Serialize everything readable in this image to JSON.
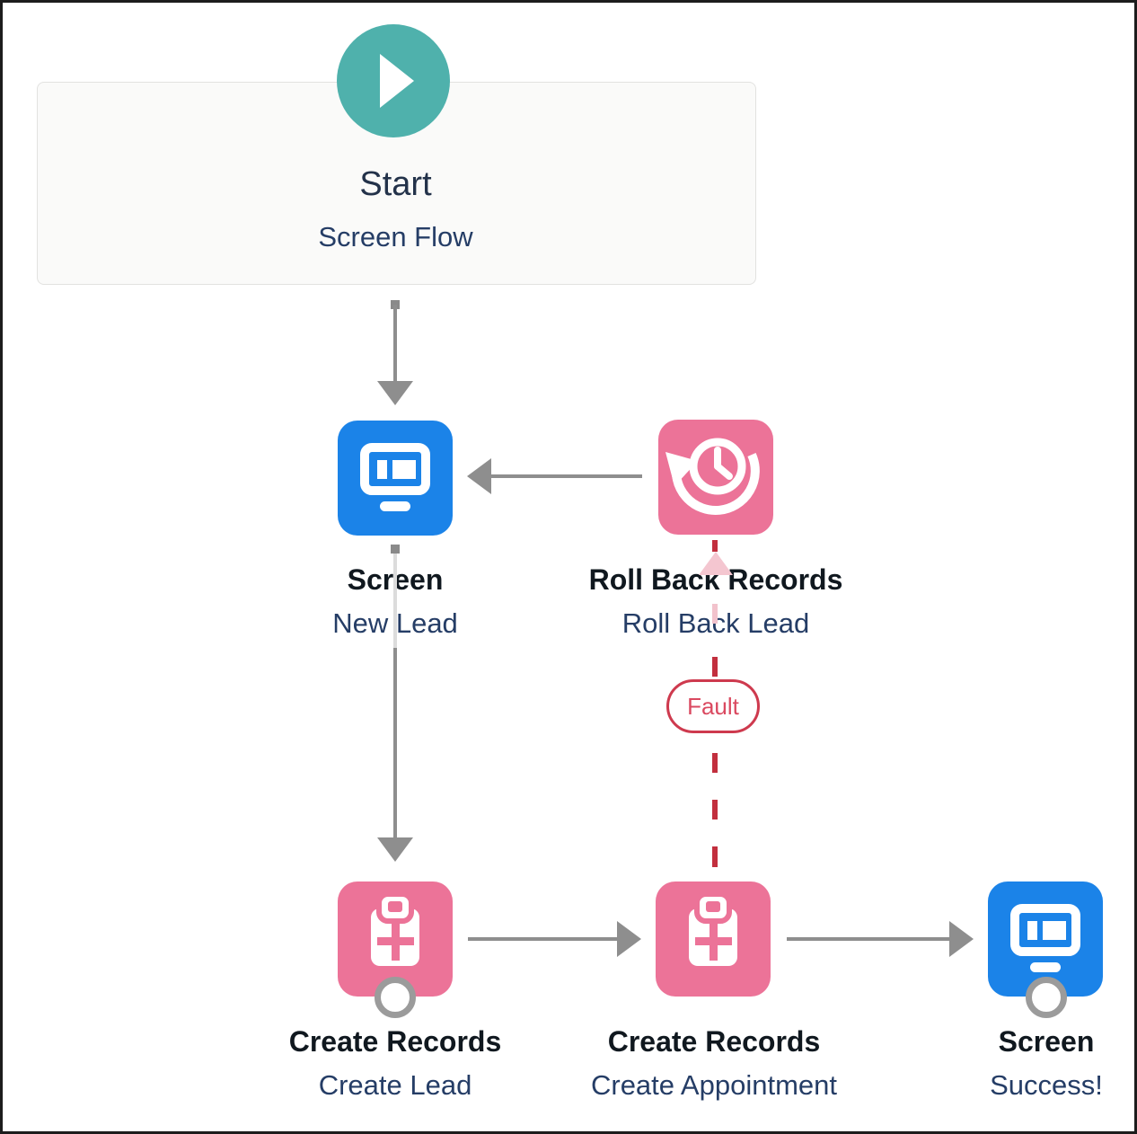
{
  "colors": {
    "start_teal": "#4fb1ac",
    "screen_blue": "#1b83e8",
    "data_pink": "#ec7398",
    "connector_gray": "#8e8e8e",
    "fault_red": "#c22f3e",
    "label_dark": "#10181f",
    "sublabel_navy": "#253d66"
  },
  "start": {
    "title": "Start",
    "subtitle": "Screen Flow"
  },
  "nodes": {
    "screen_new_lead": {
      "type": "Screen",
      "name": "New Lead"
    },
    "rollback_lead": {
      "type": "Roll Back Records",
      "name": "Roll Back Lead"
    },
    "create_lead": {
      "type": "Create Records",
      "name": "Create Lead"
    },
    "create_appointment": {
      "type": "Create Records",
      "name": "Create Appointment"
    },
    "screen_success": {
      "type": "Screen",
      "name": "Success!"
    }
  },
  "connectors": {
    "fault_label": "Fault"
  }
}
